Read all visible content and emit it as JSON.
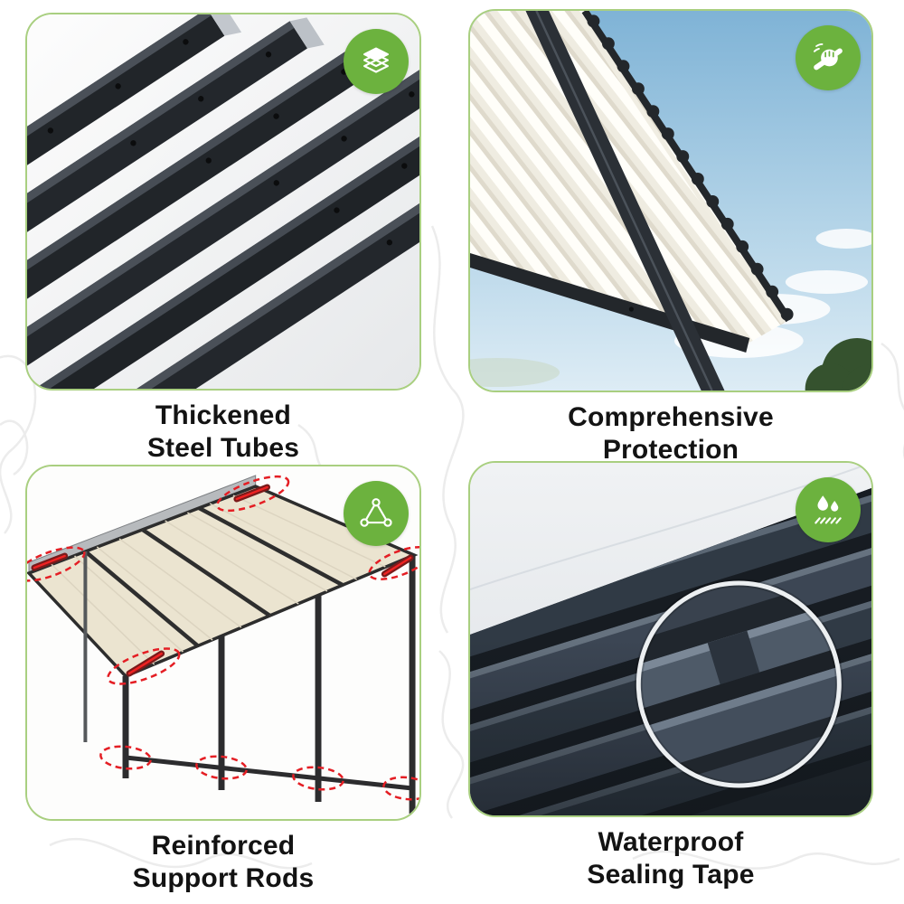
{
  "colors": {
    "accent_green": "#6cb23e",
    "border_green": "#a9cf80",
    "highlight_red": "#e41e24",
    "caption_text": "#131313"
  },
  "cards": [
    {
      "id": "thickened-steel-tubes",
      "icon": "layers-icon",
      "line1": "Thickened",
      "line2": "Steel Tubes"
    },
    {
      "id": "comprehensive-protection",
      "icon": "fist-grip-icon",
      "line1": "Comprehensive",
      "line2": "Protection"
    },
    {
      "id": "reinforced-support-rods",
      "icon": "triangle-frame-icon",
      "line1": "Reinforced",
      "line2": "Support Rods"
    },
    {
      "id": "waterproof-sealing-tape",
      "icon": "water-drops-icon",
      "line1": "Waterproof",
      "line2": "Sealing Tape"
    }
  ]
}
